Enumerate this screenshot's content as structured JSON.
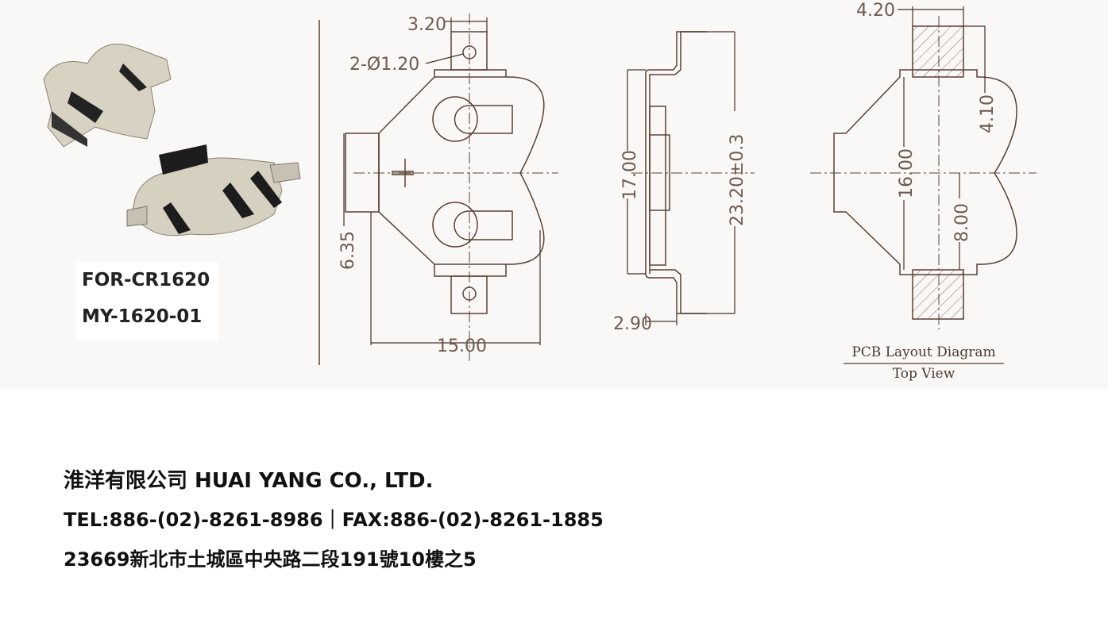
{
  "product": {
    "model_line1": "FOR-CR1620",
    "model_line2": "MY-1620-01"
  },
  "drawing": {
    "front": {
      "dim_tab_width": "3.20",
      "dim_hole": "2-Ø1.20",
      "dim_left_tab": "6.35",
      "dim_width": "15.00"
    },
    "side": {
      "dim_inner": "17.00",
      "dim_overall": "23.20±0.3",
      "dim_height": "2.90"
    },
    "pcb": {
      "dim_pad_width": "4.20",
      "dim_pad_length": "4.10",
      "dim_pad_gap": "16.00",
      "dim_half": "8.00",
      "title": "PCB Layout Diagram",
      "subtitle": "Top View"
    }
  },
  "company": {
    "name": "淮洋有限公司 HUAI YANG CO., LTD.",
    "contact": "TEL:886-(02)-8261-8986｜FAX:886-(02)-8261-1885",
    "address": "23669新北市土城區中央路二段191號10樓之5"
  },
  "colors": {
    "line": "#5a4035",
    "bg": "#faf8f6"
  }
}
